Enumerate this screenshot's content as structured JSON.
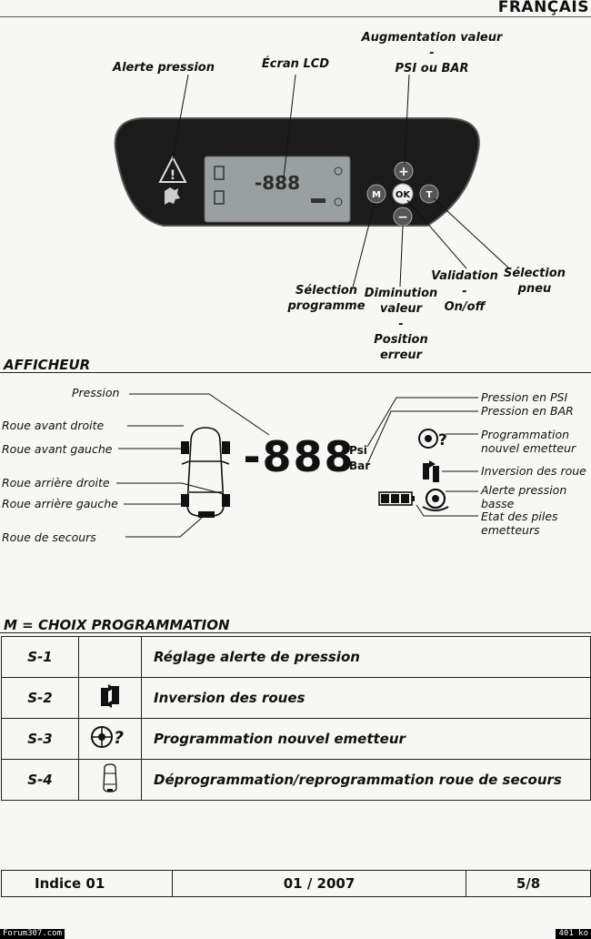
{
  "header": {
    "language": "FRANÇAIS"
  },
  "device": {
    "labels": {
      "alerte": "Alerte pression",
      "ecran": "Écran LCD",
      "augmentation_1": "Augmentation valeur",
      "augmentation_2": "-",
      "augmentation_3": "PSI ou BAR",
      "selection_prog_1": "Sélection",
      "selection_prog_2": "programme",
      "diminution_1": "Diminution",
      "diminution_2": "valeur",
      "diminution_3": "-",
      "diminution_4": "Position",
      "diminution_5": "erreur",
      "validation_1": "Validation",
      "validation_2": "-",
      "validation_3": "On/off",
      "selection_pneu_1": "Sélection",
      "selection_pneu_2": "pneu"
    },
    "buttons": {
      "plus": "+",
      "minus": "−",
      "ok": "OK",
      "m": "M",
      "t": "T"
    },
    "lcd_text": "-888"
  },
  "afficheur": {
    "title": "AFFICHEUR",
    "left_labels": [
      "Pression",
      "Roue avant droite",
      "Roue avant gauche",
      "Roue arrière droite",
      "Roue arrière gauche",
      "Roue de secours"
    ],
    "right_labels": {
      "psi": "Pression en PSI",
      "bar": "Pression en BAR",
      "prog_1": "Programmation",
      "prog_2": "nouvel emetteur",
      "inversion": "Inversion des roue",
      "alerte_1": "Alerte pression",
      "alerte_2": "basse",
      "piles_1": "Etat des piles",
      "piles_2": "emetteurs"
    },
    "digits": "-888",
    "unit_psi": "Psi",
    "unit_bar": "Bar",
    "question": "?"
  },
  "choix": {
    "title": "M = CHOIX PROGRAMMATION",
    "rows": [
      {
        "code": "S-1",
        "icon": "",
        "text": "Réglage alerte de pression"
      },
      {
        "code": "S-2",
        "icon": "rotate-wheels-icon",
        "text": "Inversion des roues"
      },
      {
        "code": "S-3",
        "icon": "new-transmitter-icon",
        "text": "Programmation nouvel emetteur"
      },
      {
        "code": "S-4",
        "icon": "spare-wheel-car-icon",
        "text": "Déprogrammation/reprogrammation roue de secours"
      }
    ],
    "question": "?"
  },
  "footer": {
    "indice": "Indice 01",
    "date": "01 / 2007",
    "page": "5/8"
  },
  "watermarks": {
    "left": "Forum307.com",
    "right": "401 ko"
  }
}
